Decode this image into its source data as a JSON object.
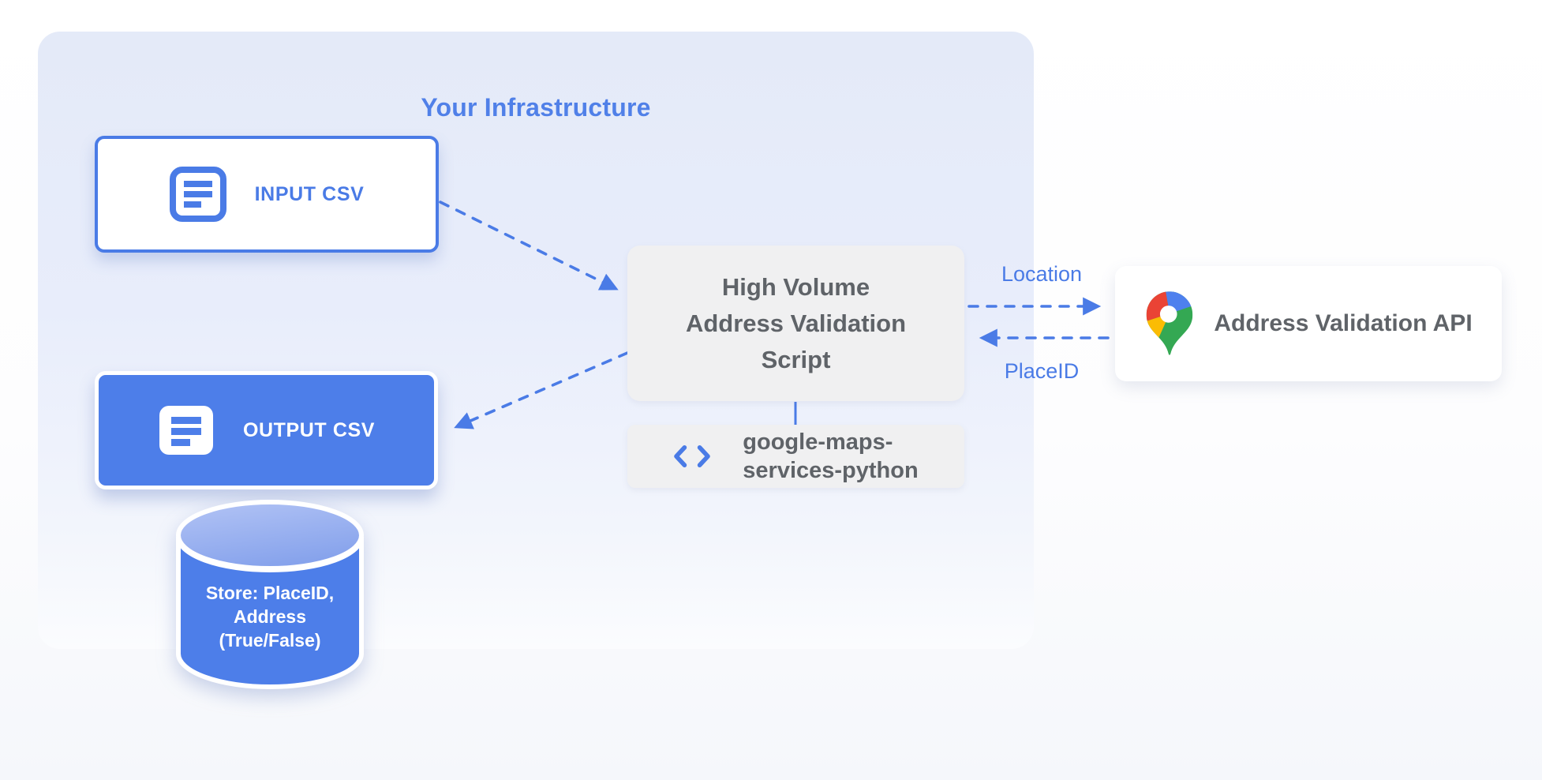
{
  "colors": {
    "accent_blue": "#4a7be6",
    "node_blue_fill": "#4d7ee9",
    "text_gray": "#5f6368",
    "container_fill_top": "#e6ebf9",
    "node_gray_fill": "#f0f0f1",
    "cylinder_top_light": "#a9bcf3",
    "pin_red": "#ea4335",
    "pin_blue": "#4e80ee",
    "pin_yellow": "#fbbc04",
    "pin_green": "#34a853"
  },
  "infrastructure": {
    "title": "Your Infrastructure"
  },
  "nodes": {
    "input_csv": {
      "label": "INPUT CSV",
      "icon": "document-icon"
    },
    "output_csv": {
      "label": "OUTPUT CSV",
      "icon": "document-icon"
    },
    "datastore": {
      "icon": "database-cylinder",
      "lines": [
        "Store: PlaceID,",
        "Address",
        "(True/False)"
      ]
    },
    "script": {
      "lines": [
        "High Volume",
        "Address Validation",
        "Script"
      ]
    },
    "library": {
      "icon": "code-icon",
      "lines": [
        "google-maps-",
        "services-python"
      ]
    },
    "api": {
      "label": "Address Validation API",
      "icon": "google-maps-pin-icon"
    }
  },
  "edges": {
    "location_label": "Location",
    "placeid_label": "PlaceID"
  }
}
